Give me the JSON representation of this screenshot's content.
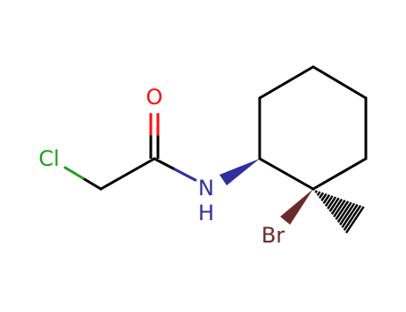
{
  "molecule": {
    "atoms": {
      "o": {
        "label": "O",
        "color": "#ff0d0d"
      },
      "cl": {
        "label": "Cl",
        "color": "#1fa01f"
      },
      "n": {
        "label": "N",
        "color": "#30309e"
      },
      "h": {
        "label": "H",
        "color": "#30309e"
      },
      "br": {
        "label": "Br",
        "color": "#6b2a2a"
      }
    },
    "bond_color": "#000000"
  }
}
